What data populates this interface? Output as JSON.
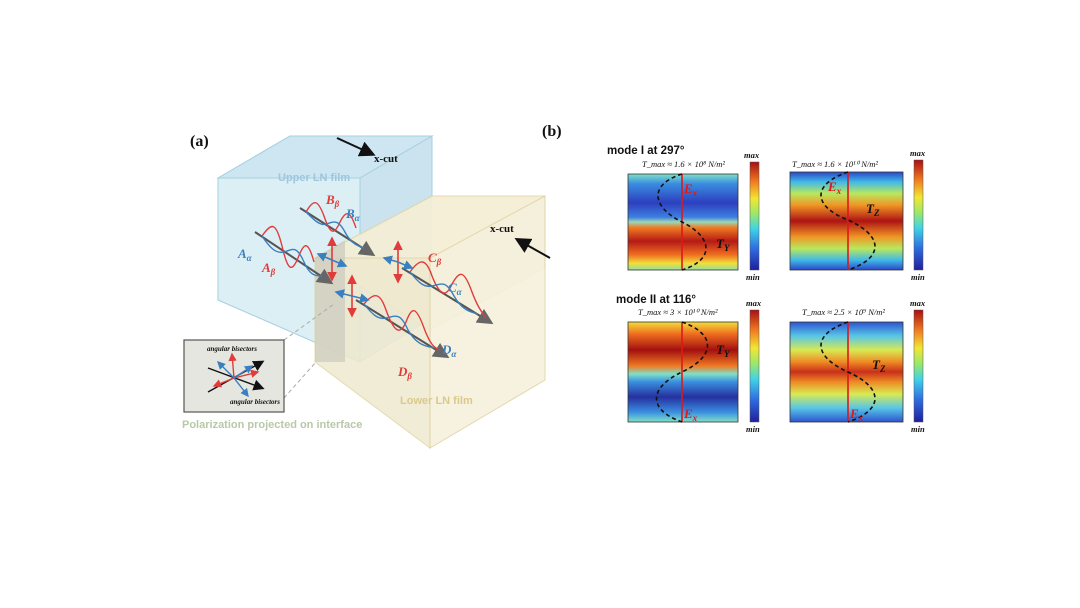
{
  "panel_a": {
    "label": "(a)",
    "upper_film": "Upper LN film",
    "lower_film": "Lower LN film",
    "xcut_top": "x-cut",
    "xcut_right": "x-cut",
    "inset_top": "angular bisectors",
    "inset_bottom": "angular bisectors",
    "inset_caption": "Polarization projected on interface",
    "waves": {
      "A_beta": "A",
      "A_beta_sub": "β",
      "A_alpha": "A",
      "A_alpha_sub": "α",
      "B_beta": "B",
      "B_beta_sub": "β",
      "B_alpha": "B",
      "B_alpha_sub": "α",
      "C_beta": "C",
      "C_beta_sub": "β",
      "C_alpha": "C",
      "C_alpha_sub": "α",
      "D_beta": "D",
      "D_beta_sub": "β",
      "D_alpha": "D",
      "D_alpha_sub": "α"
    },
    "colors": {
      "upper": "#cfe6f0",
      "lower": "#f3ecd2",
      "red": "#e03c3c",
      "blue": "#3a7fc0"
    }
  },
  "panel_b": {
    "label": "(b)",
    "scale_max": "max",
    "scale_min": "min",
    "mode1": {
      "title": "mode I at 297°",
      "left": {
        "tmax": "T_max ≈ 1.6 × 10⁸ N/m²",
        "e_label": "E",
        "e_sub": "x",
        "t_label": "T",
        "t_sub": "Y"
      },
      "right": {
        "tmax": "T_max ≈ 1.6 × 10¹⁰ N/m²",
        "e_label": "E",
        "e_sub": "x",
        "t_label": "T",
        "t_sub": "Z"
      }
    },
    "mode2": {
      "title": "mode II at 116°",
      "left": {
        "tmax": "T_max ≈ 3 × 10¹⁰ N/m²",
        "e_label": "E",
        "e_sub": "x",
        "t_label": "T",
        "t_sub": "Y"
      },
      "right": {
        "tmax": "T_max ≈ 2.5 × 10⁹ N/m²",
        "e_label": "E",
        "e_sub": "x",
        "t_label": "T",
        "t_sub": "Z"
      }
    }
  }
}
